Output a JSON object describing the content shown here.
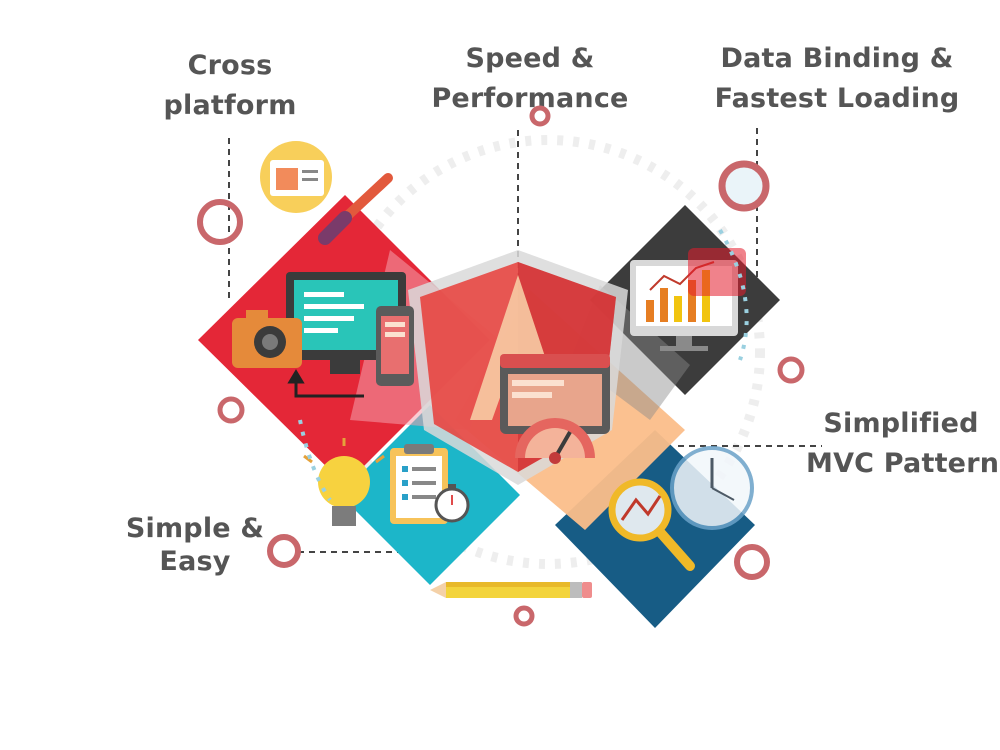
{
  "features": {
    "cross_platform": {
      "line1": "Cross",
      "line2": "platform"
    },
    "speed_performance": {
      "line1": "Speed &",
      "line2": "Performance"
    },
    "data_binding": {
      "line1": "Data Binding &",
      "line2": "Fastest Loading"
    },
    "simplified_mvc": {
      "line1": "Simplified",
      "line2": "MVC Pattern"
    },
    "simple_easy": {
      "line1": "Simple &",
      "line2": "Easy"
    }
  },
  "colors": {
    "red": "#e31b2c",
    "dark_gray": "#3c3c3c",
    "cyan": "#1cb6c9",
    "navy": "#175c85",
    "peach": "#fbbe8a",
    "ring": "#c9676b",
    "text": "#555555"
  },
  "icons": [
    "monitor-icon",
    "camera-icon",
    "mobile-phone-icon",
    "paintbrush-icon",
    "browser-window-icon",
    "bar-chart-monitor-icon",
    "angular-shield-icon",
    "speedometer-icon",
    "checklist-clipboard-icon",
    "stopwatch-icon",
    "lightbulb-icon",
    "magnifying-glass-icon",
    "clock-icon",
    "pencil-icon"
  ]
}
